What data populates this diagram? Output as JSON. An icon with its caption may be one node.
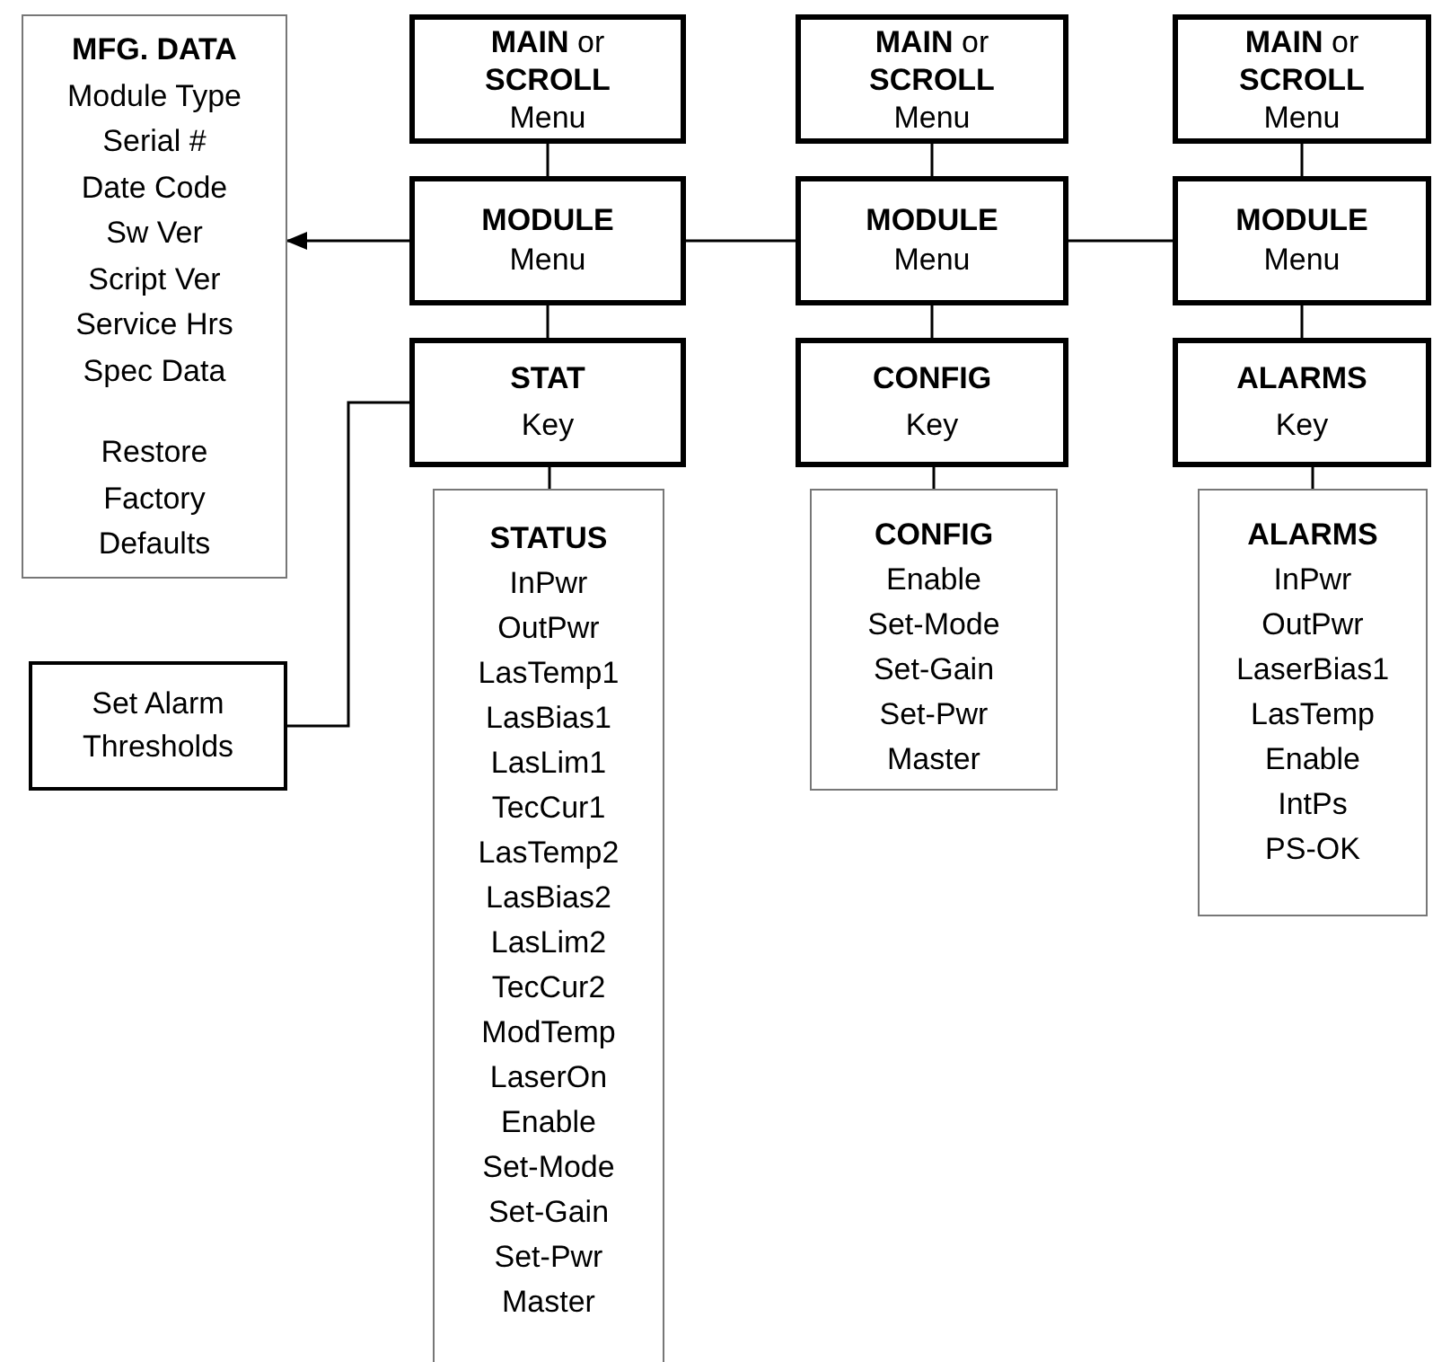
{
  "diagram": {
    "nodes": [
      {
        "text": [
          "MFG. DATA",
          "Module Type",
          "Serial #",
          "Date Code",
          "Sw Ver",
          "Script Ver",
          "Service Hrs",
          "Spec Data",
          "Restore Factory Defaults"
        ]
      },
      {
        "text": [
          "Set Alarm Thresholds"
        ]
      },
      {
        "text": [
          "**MAIN** or **SCROLL** Menu"
        ]
      },
      {
        "text": [
          "MODULE",
          "Menu"
        ]
      },
      {
        "text": [
          "STAT",
          "Key"
        ]
      },
      {
        "text": [
          "STATUS",
          "InPwr",
          "OutPwr",
          "LasTemp1",
          "LasBias1",
          "LasLim1",
          "TecCur1",
          "LasTemp2",
          "LasBias2",
          "LasLim2",
          "TecCur2",
          "ModTemp",
          "LaserOn",
          "Enable",
          "Set-Mode",
          "Set-Gain",
          "Set-Pwr",
          "Master"
        ]
      },
      {
        "text": [
          "**MAIN** or **SCROLL** Menu"
        ]
      },
      {
        "text": [
          "MODULE",
          "Menu"
        ]
      },
      {
        "text": [
          "CONFIG",
          "Key"
        ]
      },
      {
        "text": [
          "CONFIG",
          "Enable",
          "Set-Mode",
          "Set-Gain",
          "Set-Pwr",
          "Master"
        ]
      },
      {
        "text": [
          "**MAIN** or **SCROLL** Menu"
        ]
      },
      {
        "text": [
          "MODULE",
          "Menu"
        ]
      },
      {
        "text": [
          "ALARMS",
          "Key"
        ]
      },
      {
        "text": [
          "ALARMS",
          "InPwr",
          "OutPwr",
          "LaserBias1",
          "LasTemp",
          "Enable",
          "IntPs",
          "PS-OK"
        ]
      }
    ],
    "edges": [
      {
        "from": 2,
        "to": 3,
        "arrow": "none"
      },
      {
        "from": 3,
        "to": 4,
        "arrow": "none"
      },
      {
        "from": 4,
        "to": 5,
        "arrow": "none"
      },
      {
        "from": 3,
        "to": 0,
        "arrow": "to"
      },
      {
        "from": 4,
        "to": 1,
        "arrow": "none"
      },
      {
        "from": 3,
        "to": 7,
        "arrow": "none"
      },
      {
        "from": 6,
        "to": 7,
        "arrow": "none"
      },
      {
        "from": 7,
        "to": 8,
        "arrow": "none"
      },
      {
        "from": 8,
        "to": 9,
        "arrow": "none"
      },
      {
        "from": 7,
        "to": 11,
        "arrow": "none"
      },
      {
        "from": 10,
        "to": 11,
        "arrow": "none"
      },
      {
        "from": 11,
        "to": 12,
        "arrow": "none"
      },
      {
        "from": 12,
        "to": 13,
        "arrow": "none"
      }
    ]
  }
}
